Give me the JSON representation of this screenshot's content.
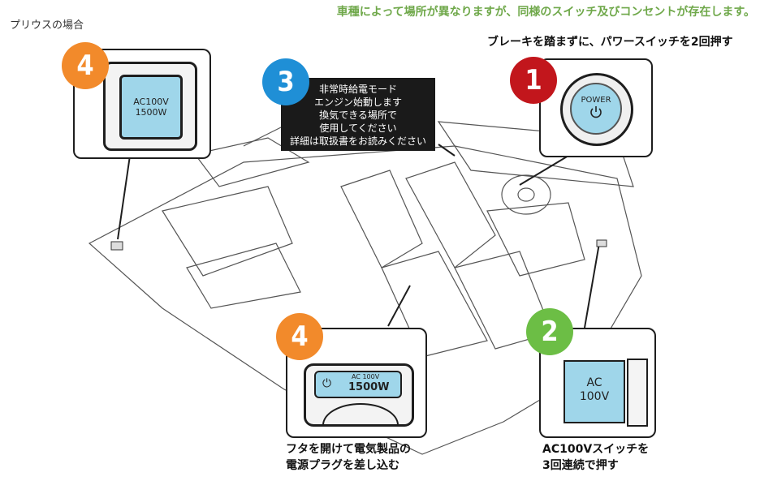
{
  "header": {
    "note": "車種によって場所が異なりますが、同様のスイッチ及びコンセントが存在します。",
    "model_label": "プリウスの場合"
  },
  "callouts": {
    "top_left": {
      "badge": "4",
      "outlet_line1": "AC100V",
      "outlet_line2": "1500W"
    },
    "display": {
      "badge": "3",
      "lines": [
        "非常時給電モード",
        "エンジン始動します",
        "換気できる場所で",
        "使用してください",
        "詳細は取扱書をお読みください"
      ]
    },
    "power": {
      "badge": "1",
      "instruction": "ブレーキを踏まずに、パワースイッチを2回押す",
      "button_label": "POWER",
      "icon": "power-icon"
    },
    "ac_switch": {
      "badge": "2",
      "line1": "AC",
      "line2": "100V",
      "caption_line1": "AC100Vスイッチを",
      "caption_line2": "3回連続で押す"
    },
    "bottom_outlet": {
      "badge": "4",
      "line1": "AC 100V",
      "line2": "1500W",
      "plug_icon": "plug-icon",
      "caption_line1": "フタを開けて電気製品の",
      "caption_line2": "電源プラグを差し込む"
    }
  },
  "colors": {
    "note_green": "#6fa84a",
    "outlet_blue": "#9fd6ea",
    "badge_orange": "#f28a2b",
    "badge_blue": "#1f8fd6",
    "badge_red": "#c2161c",
    "badge_green": "#6cbe45"
  }
}
